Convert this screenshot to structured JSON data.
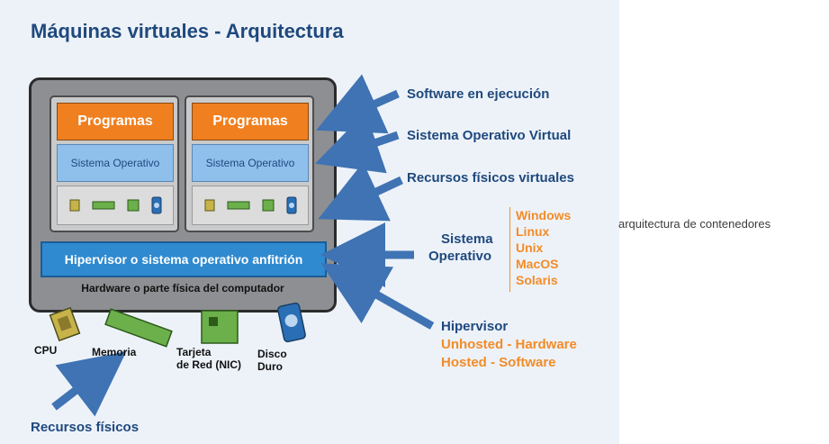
{
  "title": "Máquinas virtuales - Arquitectura",
  "vms": [
    {
      "programs": "Programas",
      "os": "Sistema Operativo"
    },
    {
      "programs": "Programas",
      "os": "Sistema Operativo"
    }
  ],
  "hypervisor_bar": "Hipervisor o sistema operativo anfitrión",
  "hardware_label": "Hardware o parte física del computador",
  "labels": {
    "software": "Software en ejecución",
    "virtual_os": "Sistema Operativo  Virtual",
    "virtual_resources": "Recursos físicos virtuales",
    "os_line1": "Sistema",
    "os_line2": "Operativo",
    "hypervisor": "Hipervisor",
    "unhosted": "Unhosted - Hardware",
    "hosted": "Hosted - Software",
    "physical_resources": "Recursos físicos"
  },
  "os_list": [
    "Windows",
    "Linux",
    "Unix",
    "MacOS",
    "Solaris"
  ],
  "hardware": {
    "cpu": "CPU",
    "memory": "Memoria",
    "nic_line1": "Tarjeta",
    "nic_line2": "de Red (NIC)",
    "disk_line1": "Disco",
    "disk_line2": "Duro"
  },
  "side_caption": "arquitectura de contenedores",
  "colors": {
    "title": "#1f497d",
    "orange": "#f28c28",
    "arrow": "#3f73b3",
    "hypervisor": "#2f8ad0"
  }
}
